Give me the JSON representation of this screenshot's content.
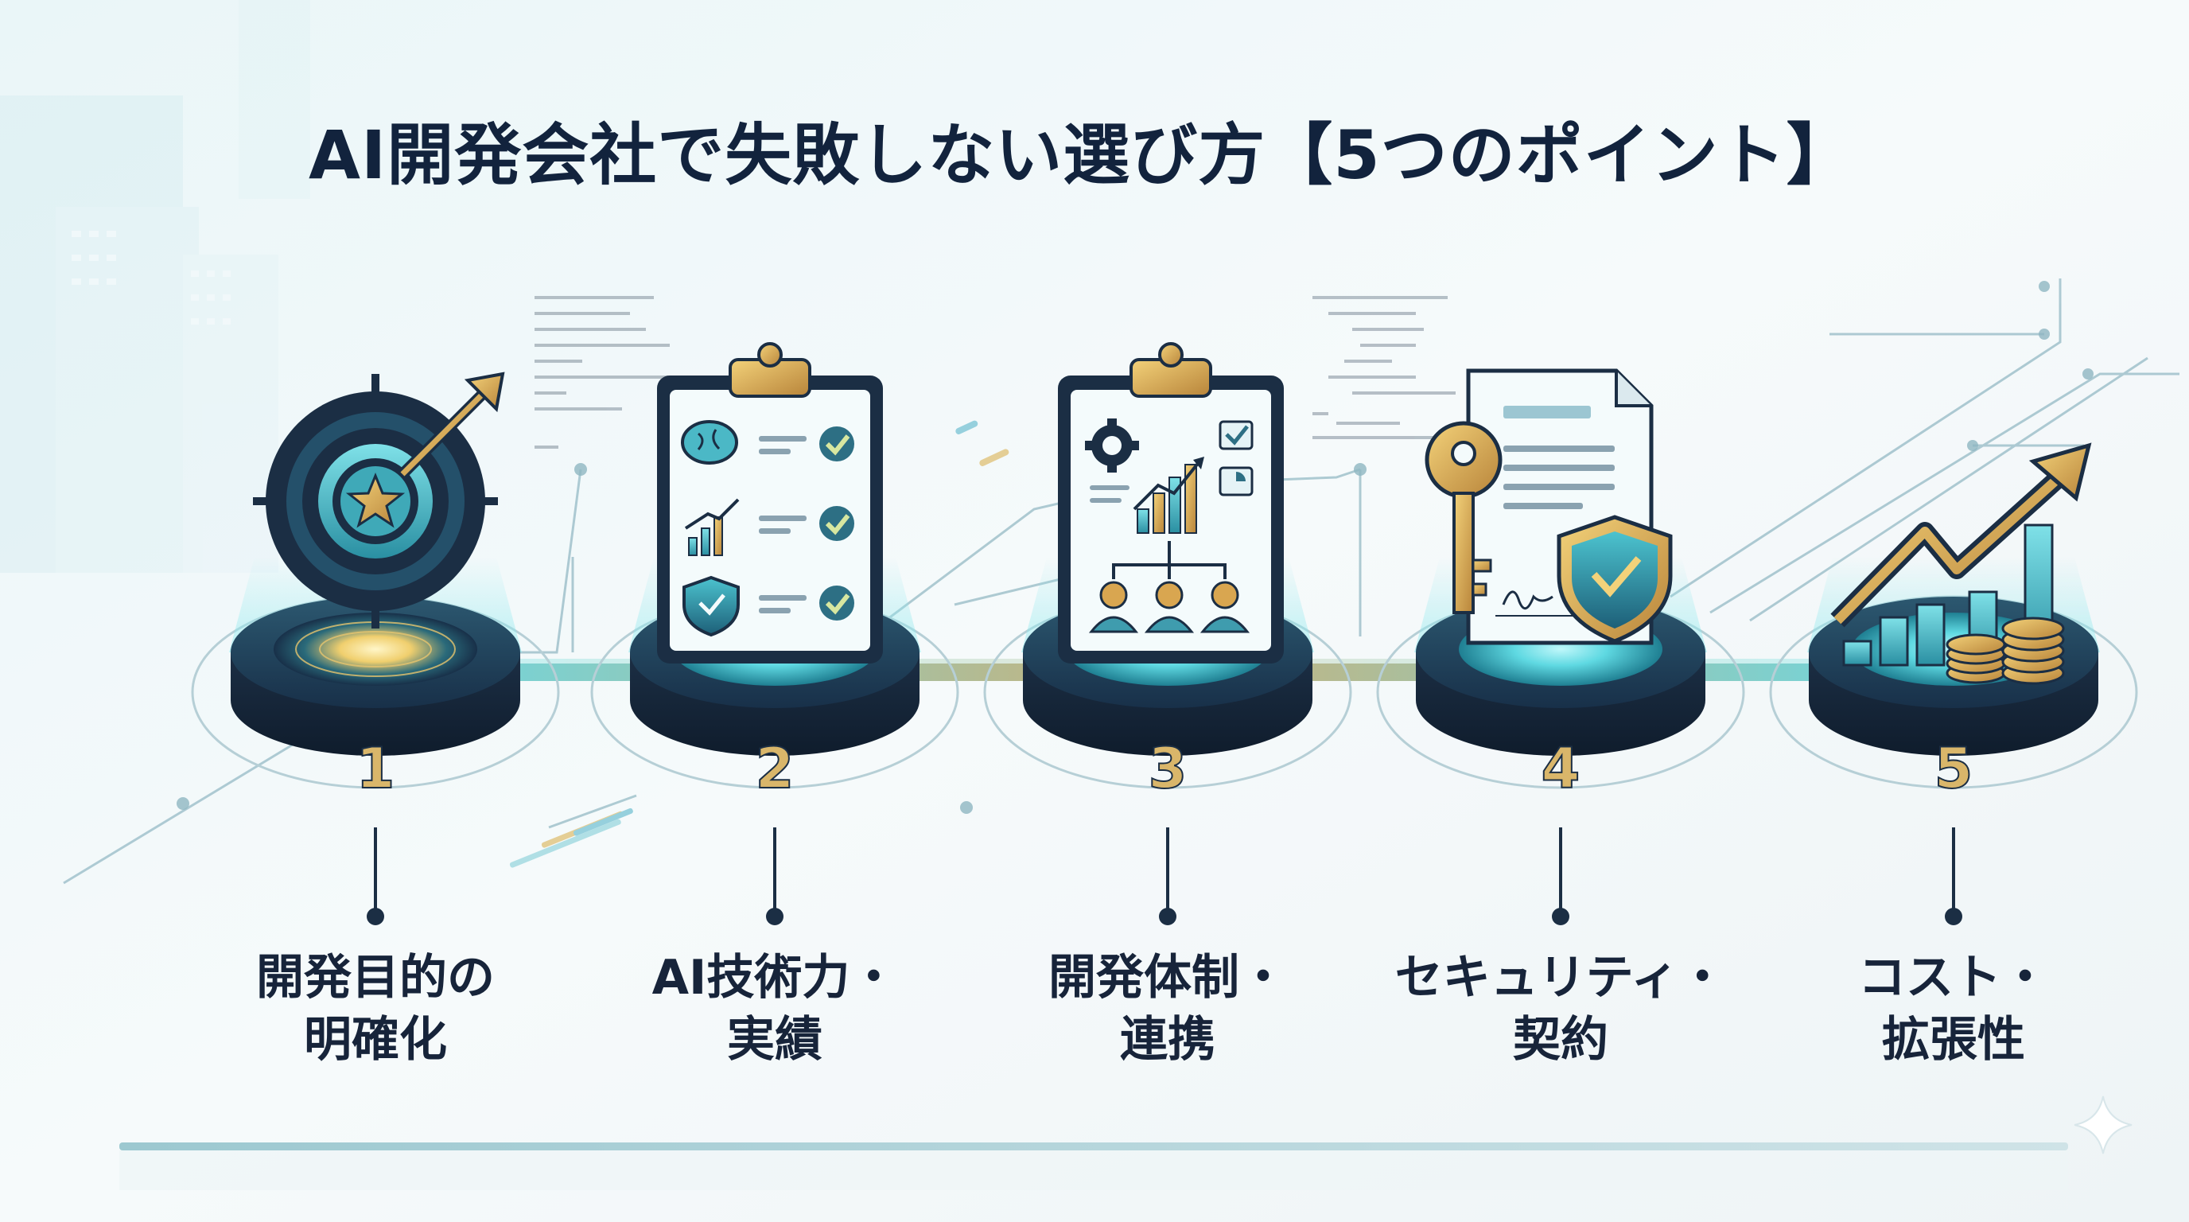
{
  "title": "AI開発会社で失敗しない選び方【5つのポイント】",
  "steps": [
    {
      "number": "1",
      "label_line1": "開発目的の",
      "label_line2": "明確化"
    },
    {
      "number": "2",
      "label_line1": "AI技術力・",
      "label_line2": "実績"
    },
    {
      "number": "3",
      "label_line1": "開発体制・",
      "label_line2": "連携"
    },
    {
      "number": "4",
      "label_line1": "セキュリティ・",
      "label_line2": "契約"
    },
    {
      "number": "5",
      "label_line1": "コスト・",
      "label_line2": "拡張性"
    }
  ],
  "icons": [
    "target-icon",
    "checklist-clipboard-icon",
    "team-chart-clipboard-icon",
    "key-contract-shield-icon",
    "growth-coins-icon"
  ],
  "colors": {
    "navy": "#17243a",
    "teal": "#4fd3dc",
    "gold": "#d9a650",
    "glow": "#7fe7ee"
  }
}
